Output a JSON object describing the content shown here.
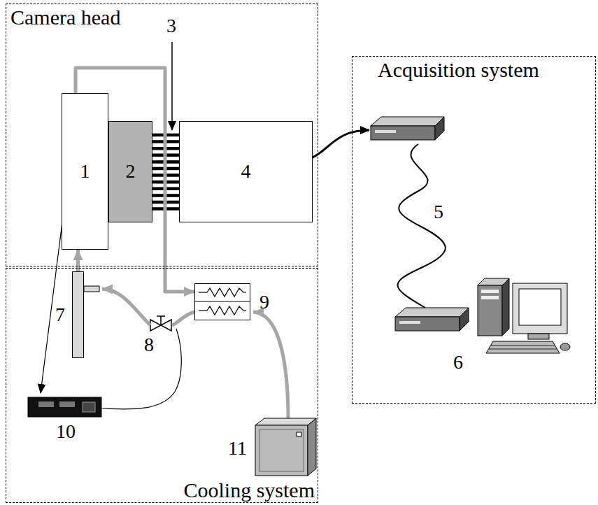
{
  "diagram": {
    "nodes": [
      {
        "text": [
          "Camera head"
        ]
      },
      {
        "text": [
          "1"
        ],
        "in": 0
      },
      {
        "text": [
          "2"
        ],
        "in": 0
      },
      {
        "text": [
          "4"
        ],
        "in": 0
      },
      {
        "text": [
          "Acquisition system"
        ]
      },
      {
        "text": [
          "Cooling system"
        ]
      },
      {
        "text": [
          "7"
        ],
        "in": 5
      },
      {
        "text": [
          "9"
        ],
        "in": 5
      }
    ],
    "edges": [
      {
        "from": 1,
        "to": 7,
        "arrow": "to"
      },
      {
        "from": 6,
        "to": 1,
        "arrow": "to"
      }
    ],
    "labels": [
      "3",
      "5",
      "6",
      "8",
      "10",
      "11"
    ]
  }
}
